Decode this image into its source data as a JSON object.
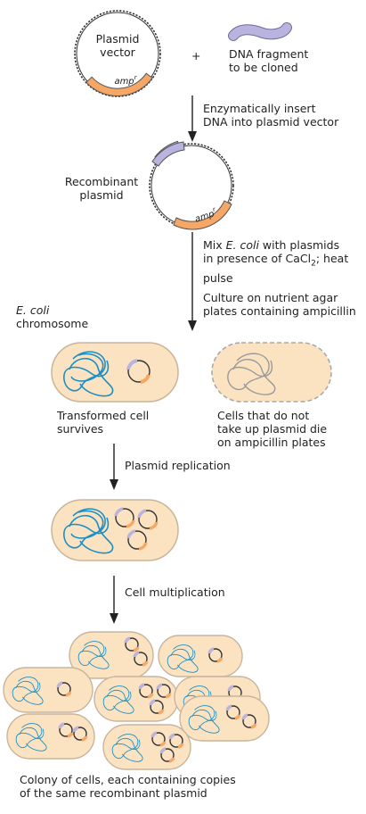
{
  "labels": {
    "plasmid_vector": [
      "Plasmid",
      "vector"
    ],
    "dna_fragment": [
      "DNA fragment",
      "to be cloned"
    ],
    "plus": "+",
    "amp_gene": "amp",
    "amp_superscript": "r",
    "step_insert": [
      "Enzymatically insert",
      "DNA into plasmid vector"
    ],
    "recombinant_plasmid": [
      "Recombinant",
      "plasmid"
    ],
    "step_transform": {
      "line1_prefix": "Mix ",
      "line1_italic": "E. coli",
      "line1_suffix": " with plasmids",
      "line2_prefix": "in presence of CaCl",
      "line2_sub": "2",
      "line2_suffix": "; heat",
      "line3": "pulse"
    },
    "step_culture": [
      "Culture on nutrient agar",
      "plates containing ampicillin"
    ],
    "ecoli_chromosome": {
      "italic": "E. coli",
      "line2": "chromosome"
    },
    "transformed_cell": [
      "Transformed cell",
      "survives"
    ],
    "untransformed_cells": [
      "Cells that do not",
      "take up plasmid die",
      "on ampicillin plates"
    ],
    "step_replication": "Plasmid replication",
    "step_multiplication": "Cell multiplication",
    "colony": [
      "Colony of cells, each containing copies",
      "of the same recombinant plasmid"
    ]
  },
  "colors": {
    "cell_fill": "#fbe3c2",
    "cell_stroke": "#c8b59c",
    "dead_cell_stroke": "#a9a9a9",
    "chromosome_blue": "#1b8fc4",
    "dead_chromosome": "#9a9a9a",
    "insert_purple": "#b8b3df",
    "amp_orange": "#f6a765",
    "plasmid_dark": "#333333",
    "arrow": "#222222"
  }
}
